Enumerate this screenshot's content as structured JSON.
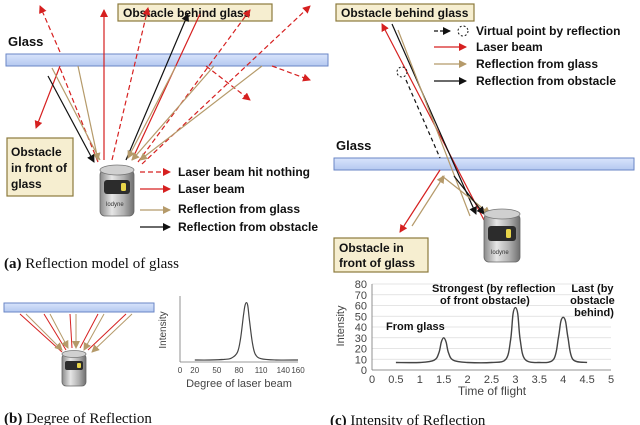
{
  "panel_a": {
    "glass_label": "Glass",
    "obstacle_behind": "Obstacle behind glass",
    "obstacle_front_lines": [
      "Obstacle",
      "in front of",
      "glass"
    ],
    "sensor_brand": "lodyne",
    "legend": [
      {
        "text": "Laser beam hit nothing",
        "color": "#d62020",
        "style": "dashed"
      },
      {
        "text": "Laser beam",
        "color": "#d62020",
        "style": "solid"
      },
      {
        "text": "Reflection from glass",
        "color": "#b59a6a",
        "style": "solid"
      },
      {
        "text": "Reflection from obstacle",
        "color": "#111111",
        "style": "solid"
      }
    ],
    "caption_letter": "(a)",
    "caption_text": "Reflection model of glass"
  },
  "panel_b": {
    "caption_letter": "(b)",
    "caption_text": "Degree of Reflection"
  },
  "panel_c": {
    "obstacle_behind": "Obstacle behind glass",
    "glass_label": "Glass",
    "obstacle_front_lines": [
      "Obstacle in",
      "front of glass"
    ],
    "sensor_brand": "lodyne",
    "legend": [
      {
        "text": "Virtual point by reflection",
        "color": "#111111",
        "style": "dashed-circle"
      },
      {
        "text": "Laser beam",
        "color": "#d62020",
        "style": "solid"
      },
      {
        "text": "Reflection from glass",
        "color": "#b59a6a",
        "style": "solid"
      },
      {
        "text": "Reflection from obstacle",
        "color": "#111111",
        "style": "solid"
      }
    ],
    "caption_letter": "(c)",
    "caption_text": "Intensity of Reflection"
  },
  "chart_data": [
    {
      "type": "line",
      "xlabel": "Degree of laser beam",
      "ylabel": "Intensity",
      "xlim": [
        0,
        160
      ],
      "xticks": [
        0,
        20,
        50,
        80,
        110,
        140,
        160
      ],
      "tick_labels": [
        "0",
        "20",
        "50",
        "80",
        "110",
        "140",
        "160"
      ],
      "grid": false,
      "series": [
        {
          "x": [
            20,
            40,
            60,
            70,
            78,
            82,
            86,
            88,
            90,
            92,
            94,
            98,
            102,
            110,
            130,
            160
          ],
          "y": [
            0.03,
            0.03,
            0.04,
            0.06,
            0.15,
            0.35,
            0.7,
            0.85,
            0.9,
            0.85,
            0.65,
            0.3,
            0.12,
            0.05,
            0.03,
            0.03
          ]
        }
      ]
    },
    {
      "type": "line",
      "xlabel": "Time of flight",
      "ylabel": "Intensity",
      "xlim": [
        0,
        5
      ],
      "ylim": [
        0,
        80
      ],
      "xticks": [
        0,
        0.5,
        1,
        1.5,
        2,
        2.5,
        3,
        3.5,
        4,
        4.5,
        5
      ],
      "tick_labels": [
        "0",
        "0.5",
        "1",
        "1.5",
        "2",
        "2.5",
        "3",
        "3.5",
        "4",
        "4.5",
        "5"
      ],
      "yticks": [
        0,
        10,
        20,
        30,
        40,
        50,
        60,
        70,
        80
      ],
      "ytick_labels": [
        "0",
        "10",
        "20",
        "30",
        "40",
        "50",
        "60",
        "70",
        "80"
      ],
      "grid": true,
      "annotations": [
        {
          "lines": [
            "From glass"
          ],
          "x": 1.5,
          "y": 30
        },
        {
          "lines": [
            "Strongest (by reflection",
            "of front obstacle)"
          ],
          "x": 3.0,
          "y": 58
        },
        {
          "lines": [
            "Last (by",
            "obstacle",
            "behind)"
          ],
          "x": 4.0,
          "y": 48
        }
      ],
      "series": [
        {
          "x": [
            0.5,
            1.0,
            1.3,
            1.4,
            1.45,
            1.5,
            1.55,
            1.6,
            1.7,
            2.0,
            2.5,
            2.8,
            2.9,
            2.95,
            3.0,
            3.05,
            3.1,
            3.2,
            3.5,
            3.8,
            3.9,
            3.95,
            4.0,
            4.05,
            4.1,
            4.2,
            4.5
          ],
          "y": [
            7,
            7,
            9,
            16,
            26,
            30,
            26,
            16,
            9,
            7,
            7,
            10,
            28,
            52,
            58,
            52,
            28,
            10,
            7,
            10,
            30,
            45,
            49,
            45,
            30,
            10,
            7
          ]
        }
      ]
    }
  ]
}
